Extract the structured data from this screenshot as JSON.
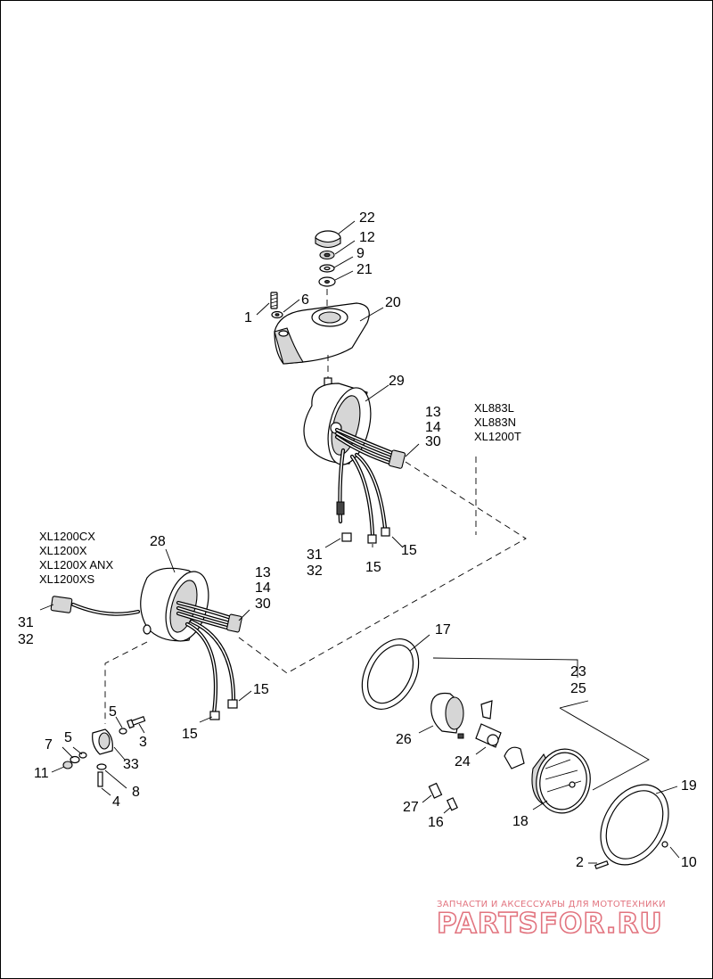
{
  "parts": {
    "p1": "1",
    "p2": "2",
    "p3": "3",
    "p4": "4",
    "p5a": "5",
    "p5b": "5",
    "p6": "6",
    "p7": "7",
    "p8": "8",
    "p9": "9",
    "p10": "10",
    "p11": "11",
    "p12": "12",
    "p13a": "13",
    "p13b": "13",
    "p14a": "14",
    "p14b": "14",
    "p15a": "15",
    "p15b": "15",
    "p15c": "15",
    "p15d": "15",
    "p16": "16",
    "p17": "17",
    "p18": "18",
    "p19": "19",
    "p20": "20",
    "p21": "21",
    "p22": "22",
    "p23": "23",
    "p24": "24",
    "p25": "25",
    "p26": "26",
    "p27": "27",
    "p28": "28",
    "p29": "29",
    "p30a": "30",
    "p30b": "30",
    "p31a": "31",
    "p31b": "31",
    "p32a": "32",
    "p32b": "32",
    "p33": "33"
  },
  "models_right": [
    "XL883L",
    "XL883N",
    "XL1200T"
  ],
  "models_left": [
    "XL1200CX",
    "XL1200X",
    "XL1200X ANX",
    "XL1200XS"
  ],
  "watermark": {
    "tagline": "ЗАПЧАСТИ И АКСЕССУАРЫ ДЛЯ МОТОТЕХНИКИ",
    "brand": "PARTSFOR.RU",
    "color": "#e2747f"
  }
}
